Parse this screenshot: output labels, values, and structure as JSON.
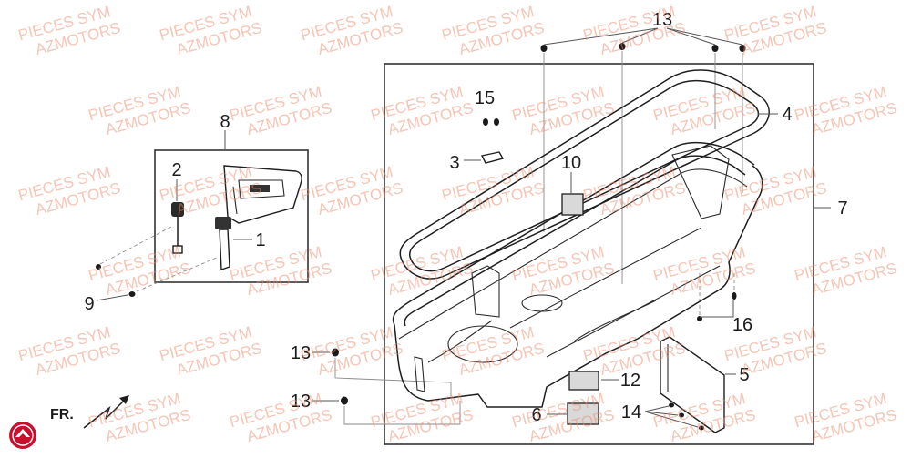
{
  "diagram": {
    "callouts": [
      {
        "part": "13"
      },
      {
        "part": "4"
      },
      {
        "part": "15"
      },
      {
        "part": "8"
      },
      {
        "part": "3"
      },
      {
        "part": "10"
      },
      {
        "part": "2"
      },
      {
        "part": "7"
      },
      {
        "part": "1"
      },
      {
        "part": "9"
      },
      {
        "part": "16"
      },
      {
        "part": "13"
      },
      {
        "part": "12"
      },
      {
        "part": "5"
      },
      {
        "part": "13"
      },
      {
        "part": "6"
      },
      {
        "part": "14"
      }
    ]
  },
  "orientation": {
    "label": "FR.",
    "icon": "front-direction-arrow-icon"
  },
  "watermark": {
    "line1": "PIECES SYM",
    "line2": "AZMOTORS"
  },
  "logo": {
    "icon": "brand-badge-icon"
  },
  "colors": {
    "line": "#1e1e1e",
    "watermark": "#ee8c6c",
    "logo": "#c8102e",
    "part_fill": "#d9d9d9"
  }
}
